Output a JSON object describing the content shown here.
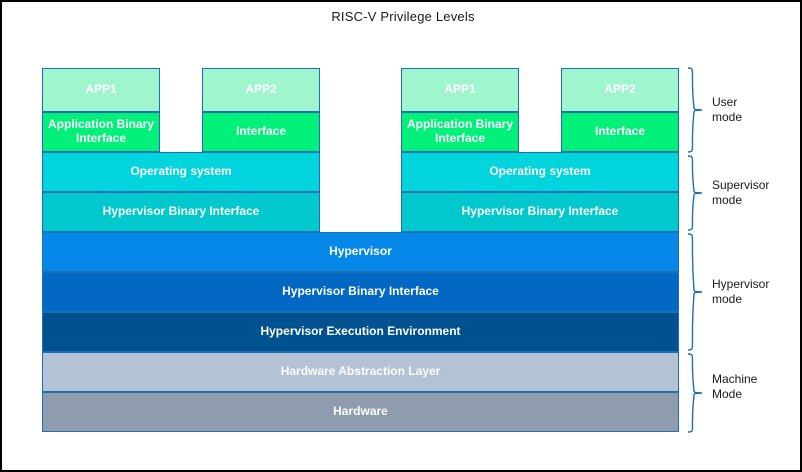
{
  "title": "RISC-V Privilege Levels",
  "groups": [
    {
      "name": "left-guest",
      "apps": [
        {
          "title": "APP1",
          "interface": "Application Binary Interface"
        },
        {
          "title": "APP2",
          "interface": "Interface"
        }
      ],
      "os": "Operating system",
      "hbi": "Hypervisor Binary Interface"
    },
    {
      "name": "right-guest",
      "apps": [
        {
          "title": "APP1",
          "interface": "Application Binary Interface"
        },
        {
          "title": "APP2",
          "interface": "Interface"
        }
      ],
      "os": "Operating system",
      "hbi": "Hypervisor Binary Interface"
    }
  ],
  "shared_layers": [
    {
      "key": "hypervisor",
      "label": "Hypervisor"
    },
    {
      "key": "hypervisor_binary_interface",
      "label": "Hypervisor Binary Interface"
    },
    {
      "key": "hypervisor_execution_environment",
      "label": "Hypervisor Execution Environment"
    },
    {
      "key": "hardware_abstraction_layer",
      "label": "Hardware Abstraction Layer"
    },
    {
      "key": "hardware",
      "label": "Hardware"
    }
  ],
  "modes": [
    {
      "key": "user",
      "line1": "User",
      "line2": "mode"
    },
    {
      "key": "supervisor",
      "line1": "Supervisor",
      "line2": "mode"
    },
    {
      "key": "hypervisor",
      "line1": "Hypervisor",
      "line2": "mode"
    },
    {
      "key": "machine",
      "line1": "Machine",
      "line2": "Mode"
    }
  ],
  "colors": {
    "app": "#9ff5ce",
    "abi": "#00f07a",
    "os": "#00d5dd",
    "hbi": "#00c8cd",
    "hypervisor": "#0688e8",
    "hypervisor_binary_interface": "#0268c4",
    "hypervisor_execution_environment": "#00518f",
    "hardware_abstraction_layer": "#b4c2d6",
    "hardware": "#8f9cae",
    "outline": "#1f6fb5",
    "brace": "#1f6fb5",
    "text_dark": "#1a1a1a"
  }
}
